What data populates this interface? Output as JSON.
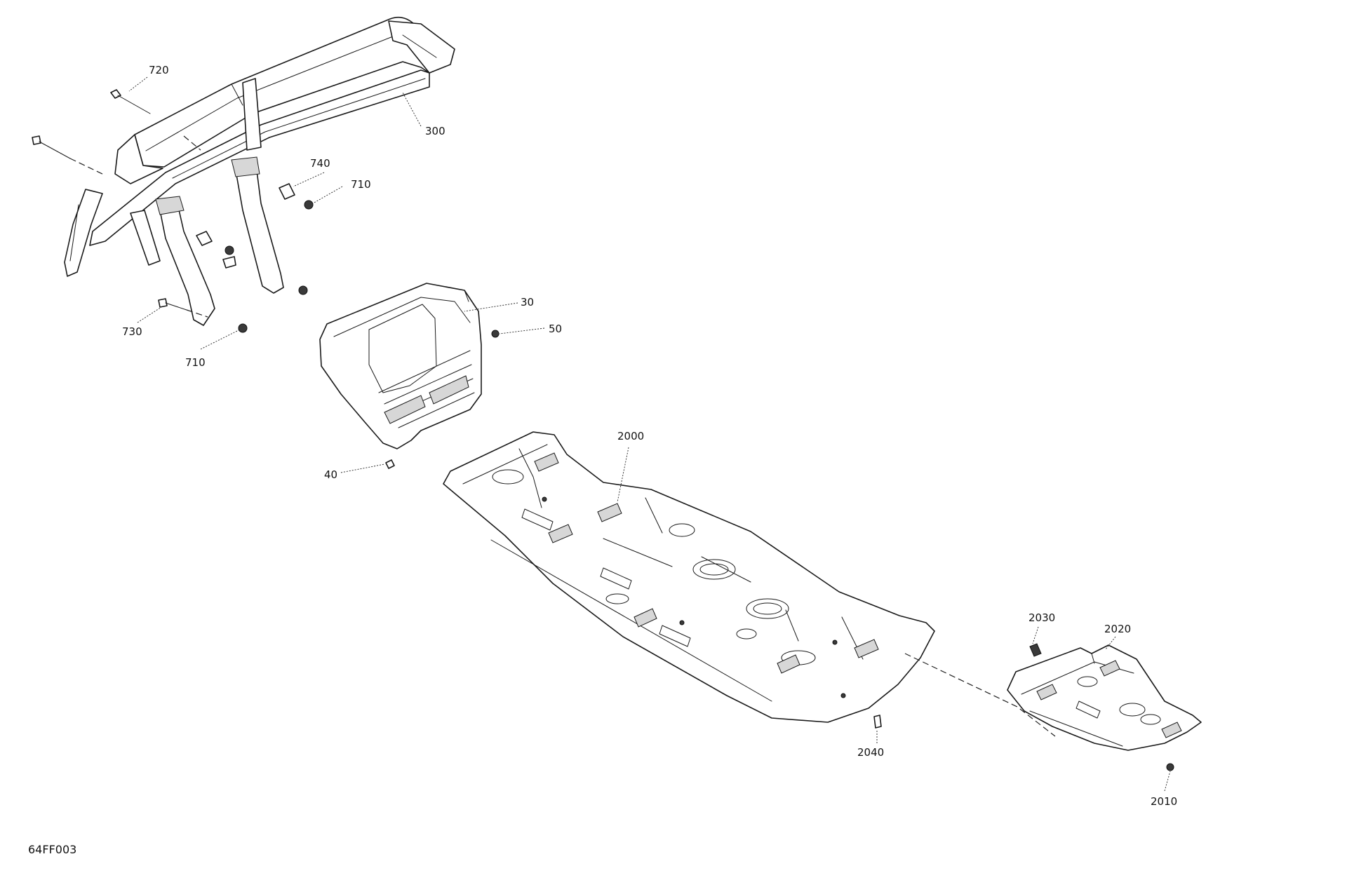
{
  "figure_id": "64FF003",
  "callouts": [
    {
      "id": "c720",
      "label": "720"
    },
    {
      "id": "c300",
      "label": "300"
    },
    {
      "id": "c740",
      "label": "740"
    },
    {
      "id": "c710a",
      "label": "710"
    },
    {
      "id": "c730",
      "label": "730"
    },
    {
      "id": "c710b",
      "label": "710"
    },
    {
      "id": "c30",
      "label": "30"
    },
    {
      "id": "c50",
      "label": "50"
    },
    {
      "id": "c40",
      "label": "40"
    },
    {
      "id": "c2000",
      "label": "2000"
    },
    {
      "id": "c2030",
      "label": "2030"
    },
    {
      "id": "c2020",
      "label": "2020"
    },
    {
      "id": "c2040",
      "label": "2040"
    },
    {
      "id": "c2010",
      "label": "2010"
    }
  ]
}
